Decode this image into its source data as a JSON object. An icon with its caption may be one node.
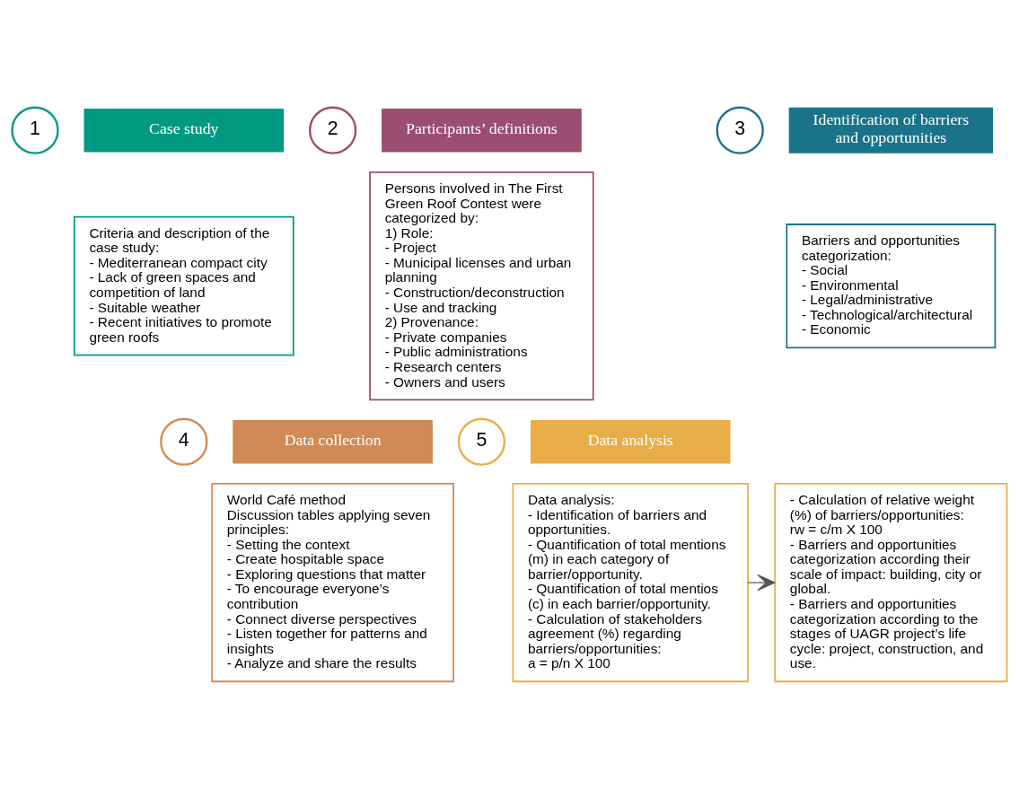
{
  "diagram": {
    "nodes": [
      {
        "text": [
          "1"
        ]
      },
      {
        "text": [
          "Case study"
        ]
      },
      {
        "text": [
          "Criteria and description of the case study:",
          "- Mediterranean compact city",
          "- Lack of green spaces and competition of land",
          "- Suitable weather",
          "- Recent initiatives to promote green roofs"
        ]
      },
      {
        "text": [
          "2"
        ]
      },
      {
        "text": [
          "Participants’ definitions"
        ]
      },
      {
        "text": [
          "Persons involved in The First Green Roof Contest were categorized by:",
          "1) Role:",
          "- Project",
          "- Municipal licenses and urban planning",
          "- Construction/deconstruction",
          "- Use and tracking",
          "2) Provenance:",
          "- Private companies",
          "- Public administrations",
          "- Research centers",
          "- Owners and users"
        ]
      },
      {
        "text": [
          "3"
        ]
      },
      {
        "text": [
          "Identification of barriers and opportunities"
        ]
      },
      {
        "text": [
          "Barriers and opportunities categorization:",
          "- Social",
          "- Environmental",
          "- Legal/administrative",
          "- Technological/architectural",
          "- Economic"
        ]
      },
      {
        "text": [
          "4"
        ]
      },
      {
        "text": [
          "Data collection"
        ]
      },
      {
        "text": [
          "World Café method",
          "Discussion tables applying seven principles:",
          "- Setting the context",
          "- Create hospitable space",
          "- Exploring questions that matter",
          "- To encourage everyone’s contribution",
          "- Connect diverse perspectives",
          "- Listen together for patterns and insights",
          "- Analyze and share the results"
        ]
      },
      {
        "text": [
          "5"
        ]
      },
      {
        "text": [
          "Data analysis"
        ]
      },
      {
        "text": [
          "Data analysis:",
          "- Identification of barriers and opportunities.",
          "- Quantification of total mentions (m) in each category of barrier/opportunity.",
          "- Quantification of total mentios (c) in each barrier/opportunity.",
          "- Calculation of stakeholders agreement (%) regarding barriers/opportunities:",
          "a = p/n X 100"
        ]
      },
      {
        "text": [
          "- Calculation of relative weight (%) of barriers/opportunities:",
          "rw = c/m X 100",
          "- Barriers and opportunities categorization according their scale of impact: building, city or global.",
          "- Barriers and opportunities categorization according to the stages of UAGR project’s life cycle: project, construction, and use."
        ]
      }
    ],
    "edges": [
      {
        "from": 14,
        "to": 15,
        "arrow": "to"
      }
    ]
  }
}
